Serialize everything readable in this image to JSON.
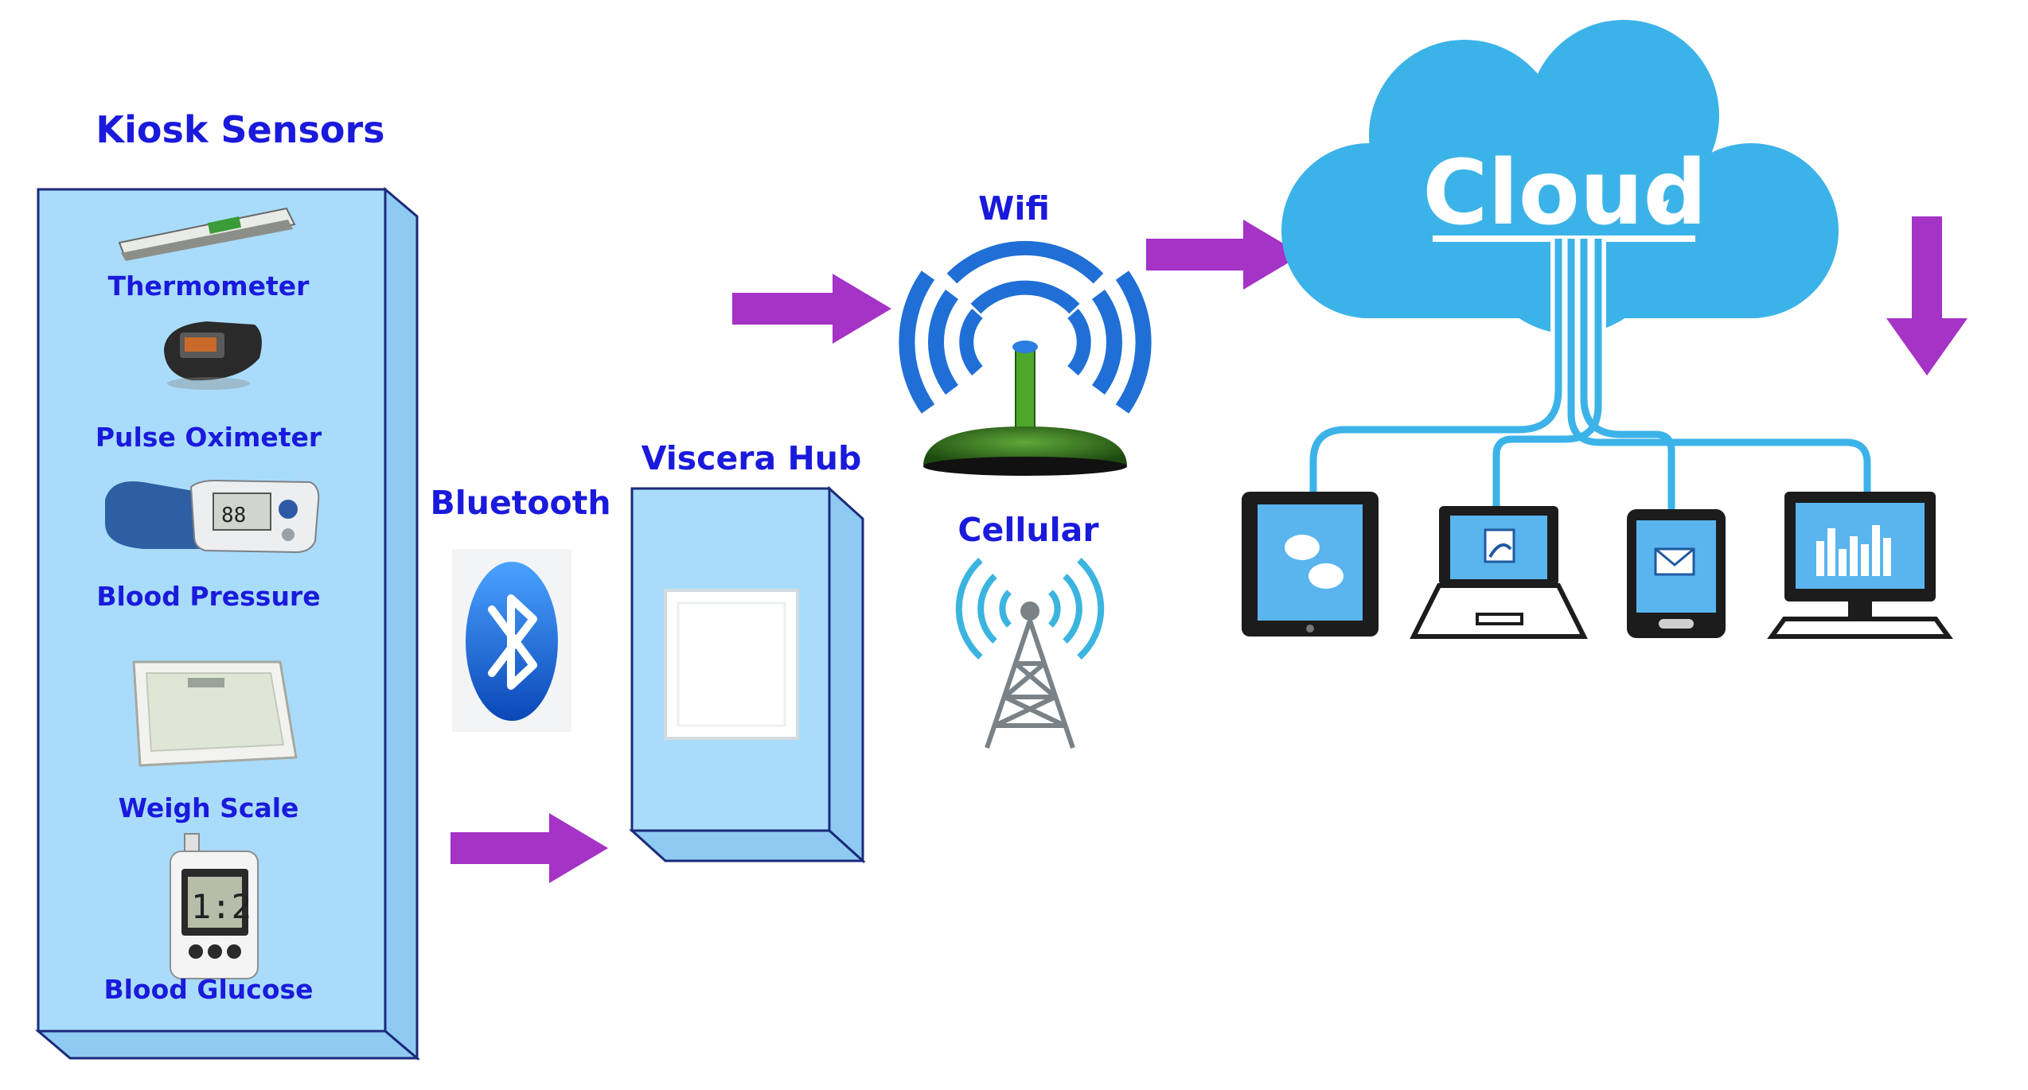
{
  "kiosk": {
    "title": "Kiosk Sensors",
    "sensors": [
      {
        "label": "Thermometer",
        "icon": "thermometer-icon"
      },
      {
        "label": "Pulse Oximeter",
        "icon": "pulse-oximeter-icon"
      },
      {
        "label": "Blood Pressure",
        "icon": "blood-pressure-monitor-icon"
      },
      {
        "label": "Weigh Scale",
        "icon": "weigh-scale-icon"
      },
      {
        "label": "Blood Glucose",
        "icon": "glucose-meter-icon"
      }
    ]
  },
  "bluetooth": {
    "label": "Bluetooth",
    "icon": "bluetooth-icon"
  },
  "hub": {
    "label": "Viscera Hub"
  },
  "wifi": {
    "label": "Wifi",
    "icon": "wifi-router-icon"
  },
  "cellular": {
    "label": "Cellular",
    "icon": "cell-tower-icon"
  },
  "cloud": {
    "label": "Cloud",
    "icon": "cloud-icon"
  },
  "devices": [
    {
      "icon": "tablet-icon"
    },
    {
      "icon": "laptop-icon"
    },
    {
      "icon": "smartphone-icon"
    },
    {
      "icon": "desktop-monitor-icon"
    }
  ],
  "colors": {
    "label": "#1a1adc",
    "box_fill": "#a9dcfb",
    "arrow": "#a433c6",
    "cloud": "#3cb3e8",
    "wifi_blue": "#1f6fd6",
    "router_green": "#2e7d1a"
  }
}
